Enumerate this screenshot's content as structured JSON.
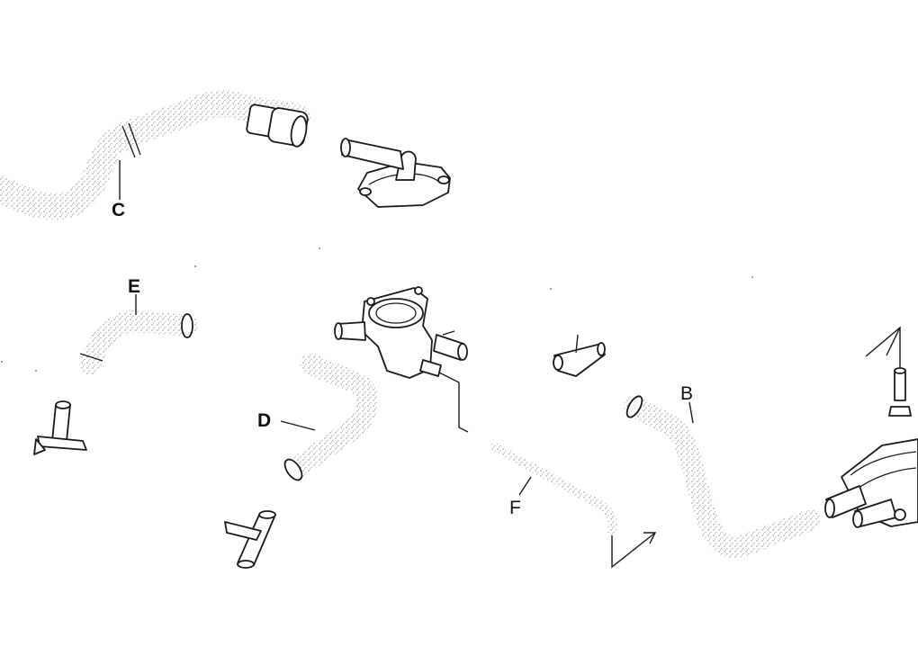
{
  "callouts": {
    "b": "B",
    "c": "C",
    "d": "D",
    "e": "E",
    "f": "F"
  },
  "colors": {
    "line": "#1a1a1a",
    "hose_texture": "#9a9a9a",
    "background": "#ffffff"
  }
}
